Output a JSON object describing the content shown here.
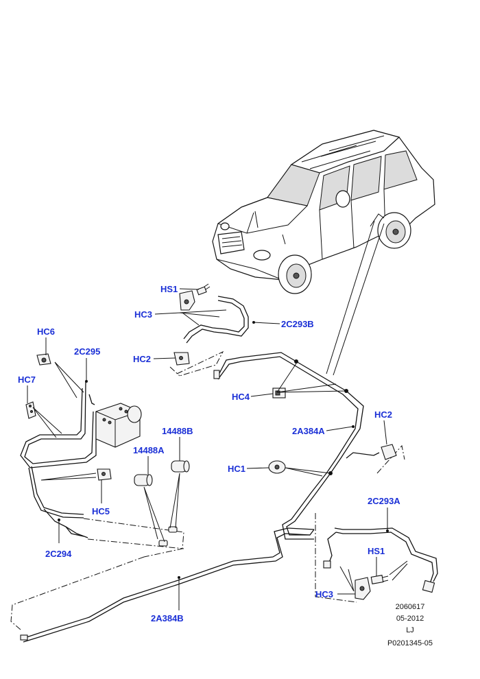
{
  "labels": {
    "hs1_top": "HS1",
    "hc3_top": "HC3",
    "pipe_2c293b": "2C293B",
    "hc2_top": "HC2",
    "hc6": "HC6",
    "pipe_2c295": "2C295",
    "hc7": "HC7",
    "hc4": "HC4",
    "hc2_right": "HC2",
    "pipe_2a384a": "2A384A",
    "part_14488b": "14488B",
    "part_14488a": "14488A",
    "hc1": "HC1",
    "hc5": "HC5",
    "pipe_2c293a": "2C293A",
    "pipe_2c294": "2C294",
    "hs1_bottom": "HS1",
    "hc3_bottom": "HC3",
    "pipe_2a384b": "2A384B"
  },
  "reference": {
    "drawing_no": "2060617",
    "date": "05-2012",
    "code": "LJ",
    "part_ref": "P0201345-05"
  }
}
